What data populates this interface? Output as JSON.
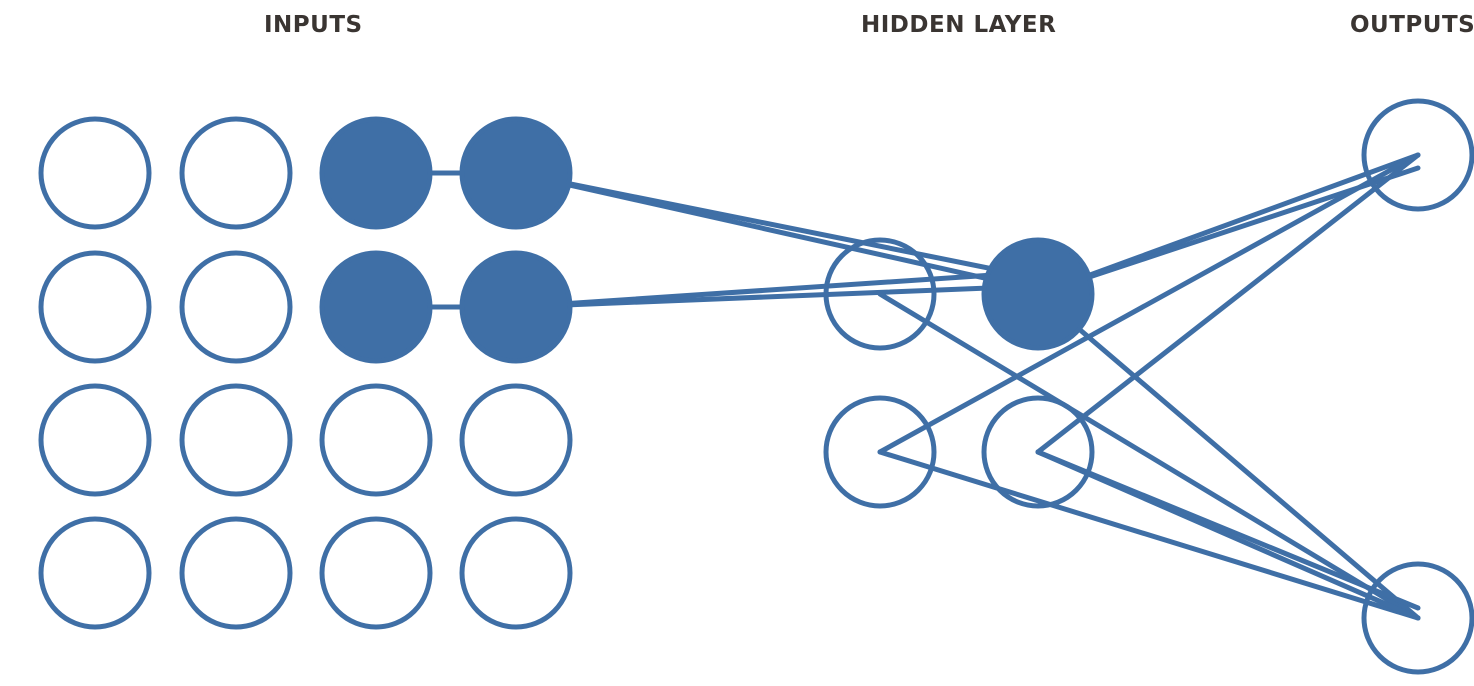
{
  "labels": {
    "inputs": "INPUTS",
    "hidden": "HIDDEN LAYER",
    "outputs": "OUTPUTS"
  },
  "colors": {
    "stroke": "#3f6fa6",
    "fill_active": "#3f6fa6",
    "fill_inactive": "#ffffff",
    "label": "#3a3532"
  },
  "network": {
    "input_rows": 4,
    "input_cols": 4,
    "active_inputs": [
      [
        0,
        2
      ],
      [
        0,
        3
      ],
      [
        1,
        2
      ],
      [
        1,
        3
      ]
    ],
    "hidden_nodes": [
      "h-top-left",
      "h-top-right",
      "h-bottom-left",
      "h-bottom-right"
    ],
    "active_hidden": [
      "h-top-right"
    ],
    "output_nodes": [
      "out-top",
      "out-bottom"
    ],
    "connections": [
      [
        "in-0-2",
        "in-0-3"
      ],
      [
        "in-1-2",
        "in-1-3"
      ],
      [
        "in-0-3",
        "h-top-right"
      ],
      [
        "in-0-3",
        "h-top-right-b"
      ],
      [
        "in-1-3",
        "h-top-right"
      ],
      [
        "in-1-3",
        "h-top-right-b"
      ],
      [
        "h-top-left",
        "out-bottom"
      ],
      [
        "h-top-right",
        "out-top"
      ],
      [
        "h-top-right",
        "out-top-b"
      ],
      [
        "h-top-right",
        "out-bottom"
      ],
      [
        "h-bottom-left",
        "out-top"
      ],
      [
        "h-bottom-left",
        "out-bottom"
      ],
      [
        "h-bottom-right",
        "out-top"
      ],
      [
        "h-bottom-right",
        "out-bottom"
      ],
      [
        "h-bottom-right",
        "out-bottom-b"
      ]
    ]
  }
}
